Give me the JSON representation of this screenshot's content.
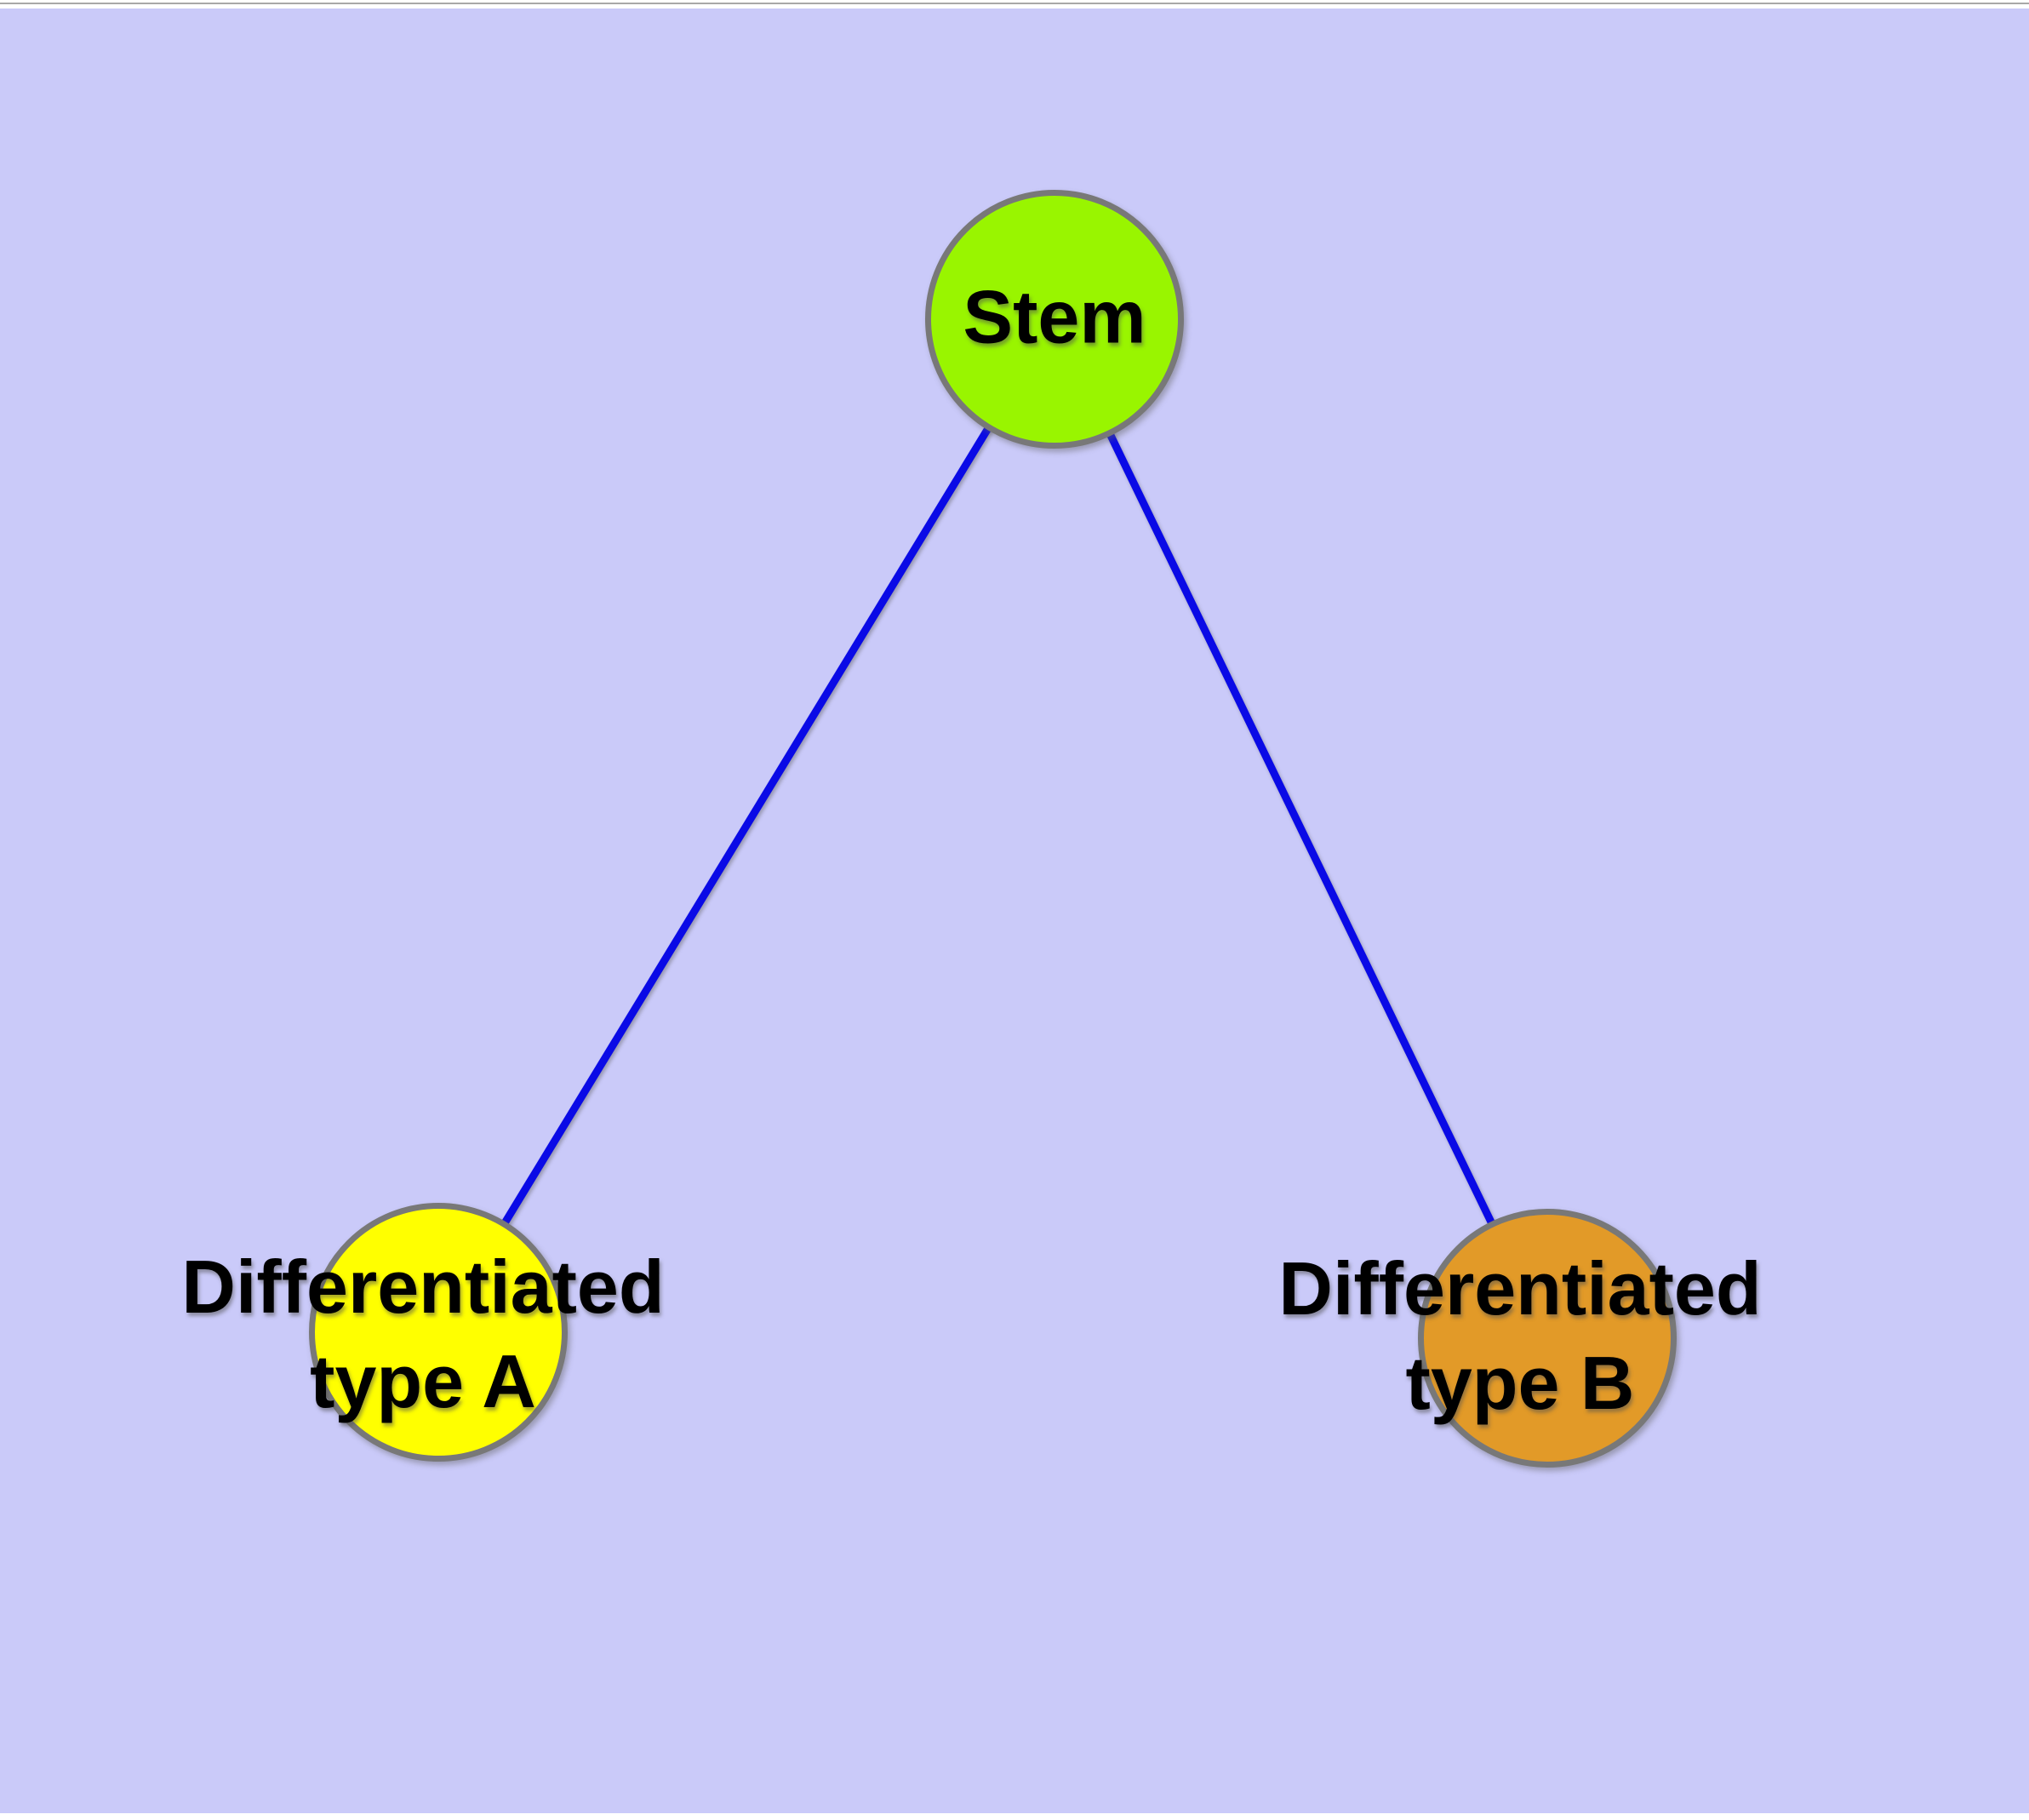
{
  "diagram": {
    "background_color": "#cacaf9",
    "frame_color": "#ffffff",
    "top_line_color": "#a8a8a8",
    "edge_color": "#0a0ae6",
    "node_border_color": "#787878",
    "label_text_color": "#000000",
    "nodes": {
      "stem": {
        "label": "Stem",
        "fill": "#99f500"
      },
      "type_a": {
        "label": "Differentiated\ntype A",
        "fill": "#ffff00"
      },
      "type_b": {
        "label": "Differentiated\ntype B",
        "fill": "#e29a28"
      }
    },
    "edges": [
      {
        "from": "Stem",
        "to": "Differentiated type A"
      },
      {
        "from": "Stem",
        "to": "Differentiated type B"
      }
    ]
  }
}
